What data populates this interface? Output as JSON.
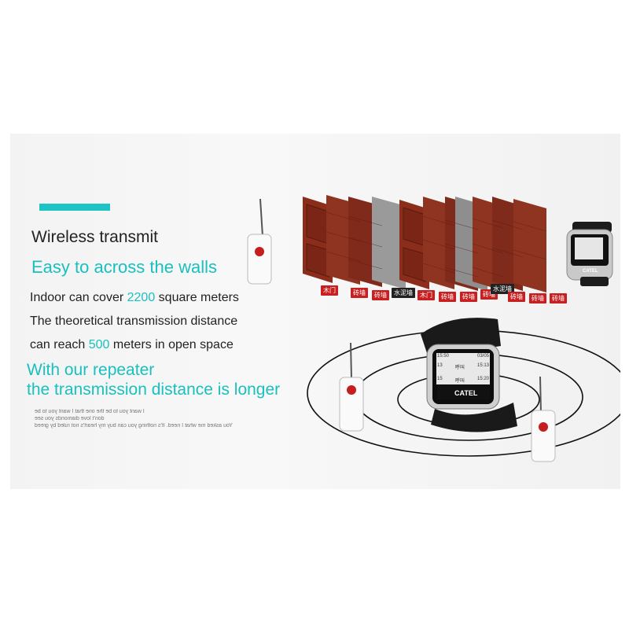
{
  "heading": "Wireless transmit",
  "subheading": "Easy to across the walls",
  "line1": {
    "pre": "Indoor can cover ",
    "value": "2200",
    "post": " square meters"
  },
  "line2": "The theoretical transmission distance",
  "line3": {
    "pre": "can reach ",
    "value": "500",
    "post": " meters in open space"
  },
  "repeater_line1": "With our repeater",
  "repeater_line2": "the transmission distance is longer",
  "mirrored_text": [
    "I want you to be the one that I want you to be",
    "don't love diamonds you see",
    "You asked me what I need. It's nothing you can buy my heart's not ruled by greed"
  ],
  "wall_labels": [
    "木门",
    "砖墙",
    "砖墙",
    "水泥墙",
    "木门",
    "砖墙",
    "砖墙",
    "砖墙",
    "水泥墙",
    "砖墙",
    "砖墙",
    "砖墙"
  ],
  "watch_brand": "CATEL",
  "watch_screen": {
    "header_left": "15:50",
    "header_right": "03/05",
    "rows": [
      [
        "13",
        "呼叫",
        "15:13"
      ],
      [
        "15",
        "呼叫",
        "15:20"
      ]
    ]
  },
  "colors": {
    "accent": "#1ec3c3",
    "brick": "#8a2a18",
    "glass": "#8c8c8c"
  }
}
